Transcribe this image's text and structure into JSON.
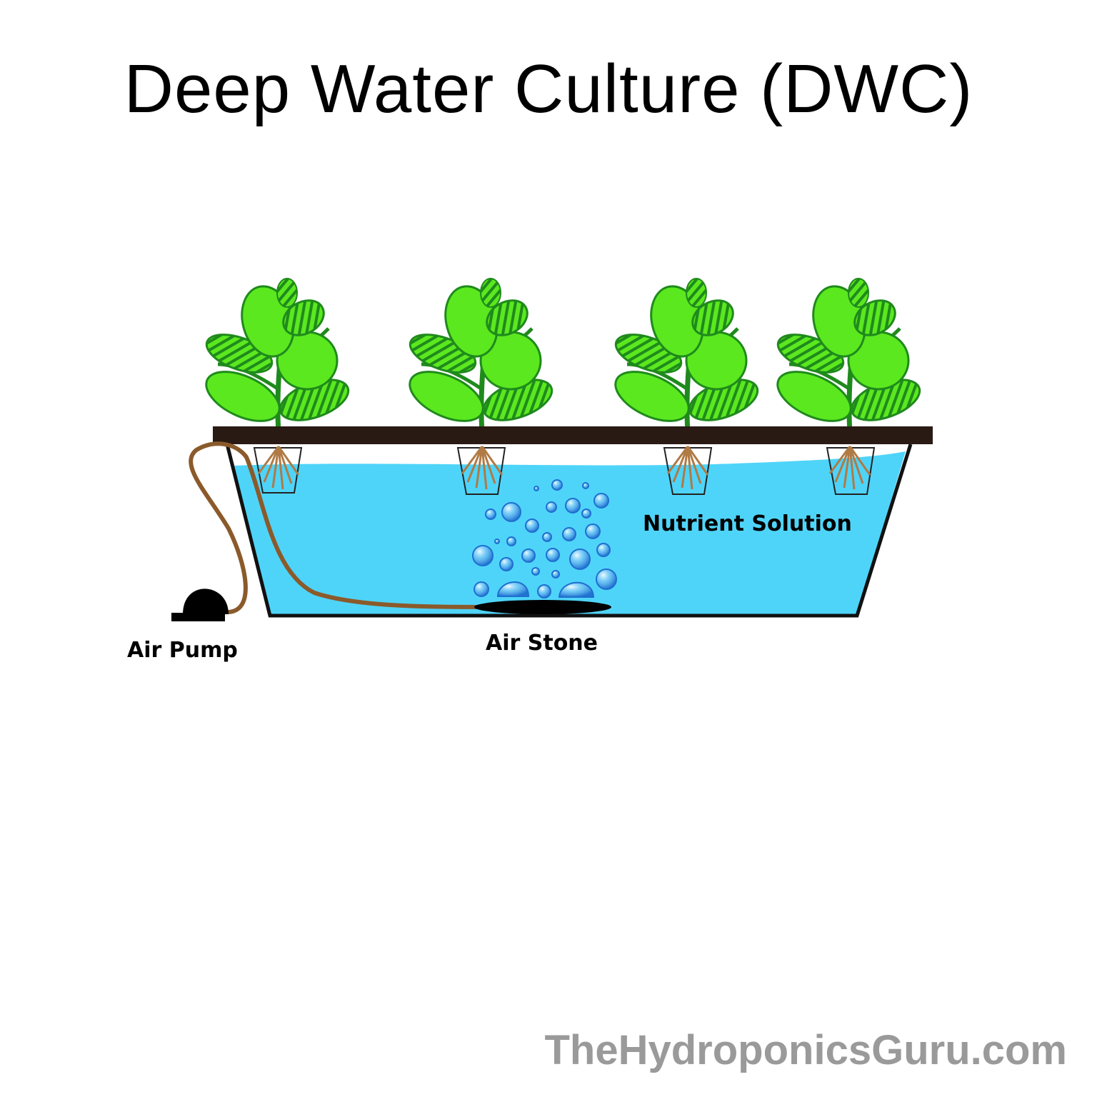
{
  "title": "Deep Water Culture (DWC)",
  "labels": {
    "nutrient_solution": "Nutrient Solution",
    "air_pump": "Air Pump",
    "air_stone": "Air Stone"
  },
  "watermark": "TheHydroponicsGuru.com",
  "plants": [
    "plant",
    "plant",
    "plant",
    "plant"
  ],
  "colors": {
    "water": "#4fd4f9",
    "lid": "#2a1a14",
    "leaf_light": "#5be81f",
    "leaf_dark": "#1f8a1c",
    "tube": "#8b5a2b",
    "bubble": "#2f86e0",
    "title": "#000000",
    "watermark": "#9a9a9a"
  }
}
